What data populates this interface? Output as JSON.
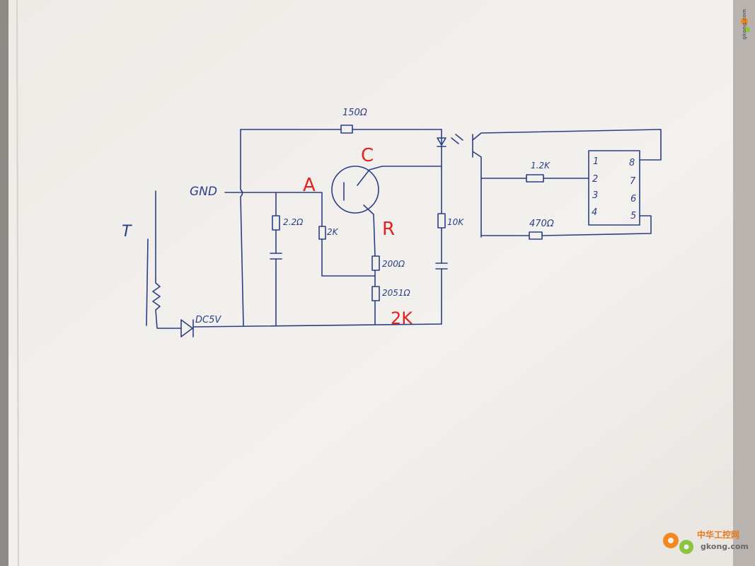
{
  "diagram": {
    "labels": {
      "gnd": "GND",
      "t": "T",
      "dc5v": "DC5V",
      "r_top": "150Ω",
      "r_1_2k": "1.2K",
      "r_470": "470Ω",
      "r_2_2": "2.2Ω",
      "r_2k": "2K",
      "r_10k": "10K",
      "r_200": "200Ω",
      "r_2051": "2051Ω",
      "pins_left": [
        "1",
        "2",
        "3",
        "4"
      ],
      "pins_right": [
        "8",
        "7",
        "6",
        "5"
      ]
    },
    "red_labels": {
      "a": "A",
      "c": "C",
      "r": "R",
      "two_k": "2K"
    }
  },
  "watermark": {
    "cn": "中华工控网",
    "site": "gkong.com",
    "vertical": "gkong.com"
  },
  "colors": {
    "ink": "#2b3f86",
    "red": "#e22222",
    "paper": "#f1efec",
    "logo_orange": "#f08a1c",
    "logo_green": "#8bc53f"
  }
}
